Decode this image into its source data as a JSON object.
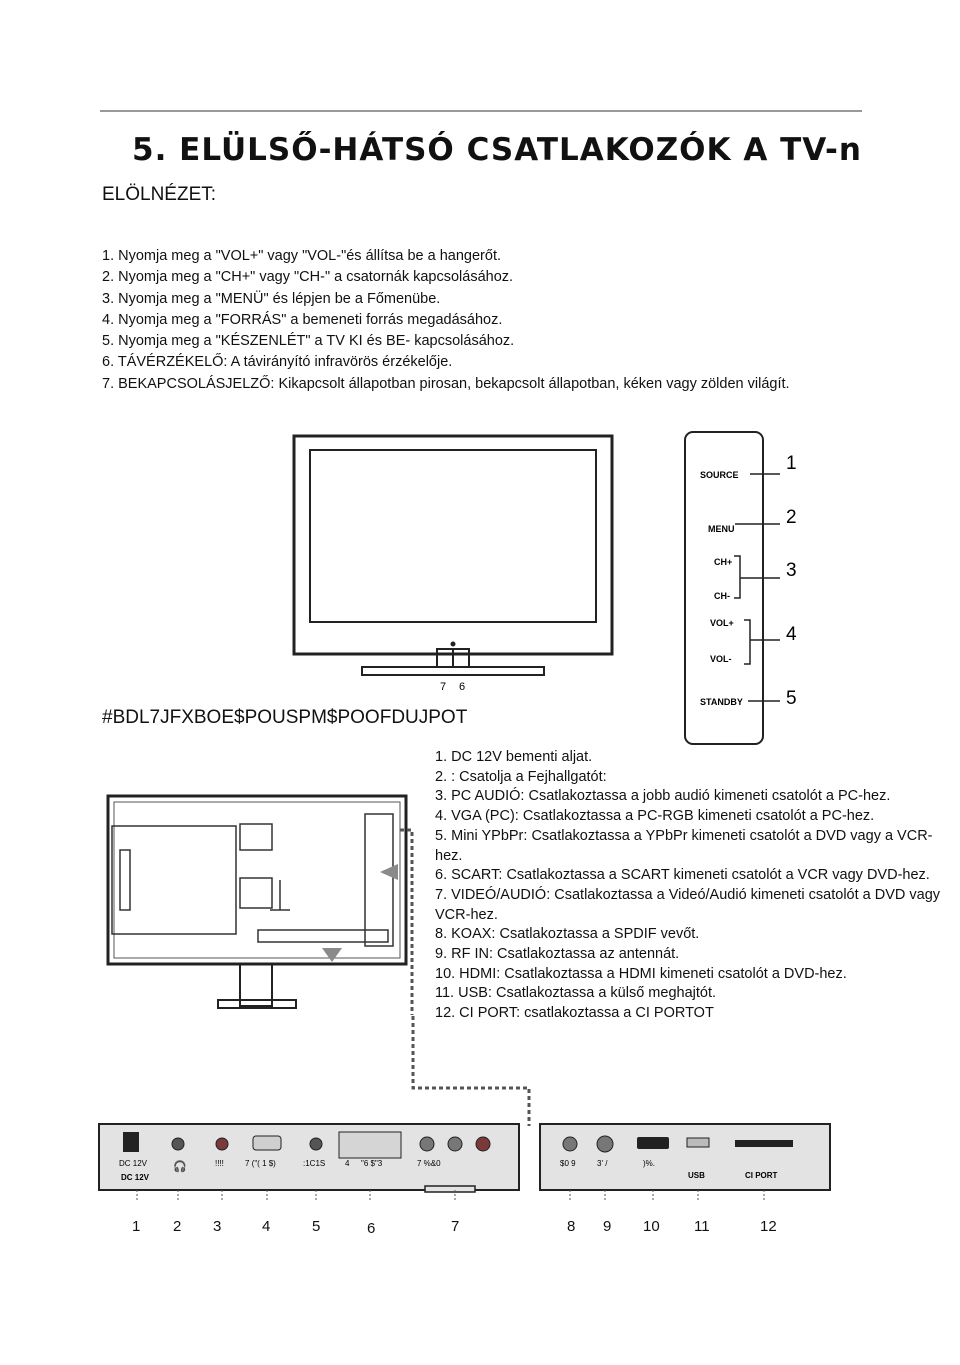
{
  "title": "5. ELÜLSŐ-HÁTSÓ CSATLAKOZÓK A TV-n",
  "front_heading": "ELÖLNÉZET:",
  "front_items": [
    "1. Nyomja meg a \"VOL+\" vagy \"VOL-\"és állítsa be a hangerőt.",
    "2. Nyomja meg a \"CH+\" vagy \"CH-\" a csatornák kapcsolásához.",
    "3. Nyomja meg a \"MENÜ\" és lépjen be a Főmenübe.",
    "4. Nyomja meg a \"FORRÁS\" a bemeneti forrás megadásához.",
    "5. Nyomja meg a \"KÉSZENLÉT\" a TV KI és BE- kapcsolásához.",
    "6. TÁVÉRZÉKELŐ: A távirányító infravörös érzékelője.",
    "7. BEKAPCSOLÁSJELZŐ: Kikapcsolt állapotban pirosan, bekapcsolt állapotban, kéken vagy zölden világít."
  ],
  "front_tv_labels": [
    "7",
    "6"
  ],
  "side_panel": {
    "buttons": [
      "SOURCE",
      "MENU",
      "CH+",
      "CH-",
      "VOL+",
      "VOL-",
      "STANDBY"
    ],
    "numbers": [
      "1",
      "2",
      "3",
      "4",
      "5"
    ]
  },
  "back_heading": "#BDL7JFXBOE$POUSPM$POOFDUJPOT",
  "back_items": [
    "1. DC 12V bementi aljat.",
    "2.  : Csatolja a Fejhallgatót:",
    "3. PC AUDIÓ: Csatlakoztassa a jobb audió kimeneti csatolót a PC-hez.",
    "4. VGA (PC): Csatlakoztassa a PC-RGB kimeneti csatolót a PC-hez.",
    "5. Mini YPbPr: Csatlakoztassa a YPbPr kimeneti csatolót a DVD vagy a VCR-hez.",
    "6. SCART: Csatlakoztassa a SCART kimeneti csatolót a VCR vagy DVD-hez.",
    "7. VIDEÓ/AUDIÓ: Csatlakoztassa a Videó/Audió kimeneti csatolót a DVD vagy VCR-hez.",
    "8. KOAX: Csatlakoztassa a SPDIF vevőt.",
    "9. RF IN: Csatlakoztassa az antennát.",
    "10. HDMI: Csatlakoztassa a HDMI kimeneti csatolót a DVD-hez.",
    "11. USB: Csatlakoztassa a külső meghajtót.",
    "12. CI PORT: csatlakoztassa a CI PORTOT"
  ],
  "panel_labels": {
    "dc": "DC 12V",
    "dc_in": "DC 12V",
    "pc_audio": "!!!!",
    "vga": "7 (\"( 1 $)",
    "ypbpr": ":1C1S",
    "scart_4": "4",
    "scart": "\"6 $\"3",
    "av": "7 %&0",
    "coax_9": "$0 9",
    "rf": "3' /",
    "hdmi": ")%.",
    "usb": "USB",
    "ci": "CI PORT"
  },
  "bottom_numbers": [
    "1",
    "2",
    "3",
    "4",
    "5",
    "6",
    "7",
    "8",
    "9",
    "10",
    "11",
    "12"
  ],
  "colors": {
    "text": "#111111",
    "line": "#222222",
    "panel_fill": "#e3e3e3",
    "arrow_fill": "#8a8a8a"
  }
}
